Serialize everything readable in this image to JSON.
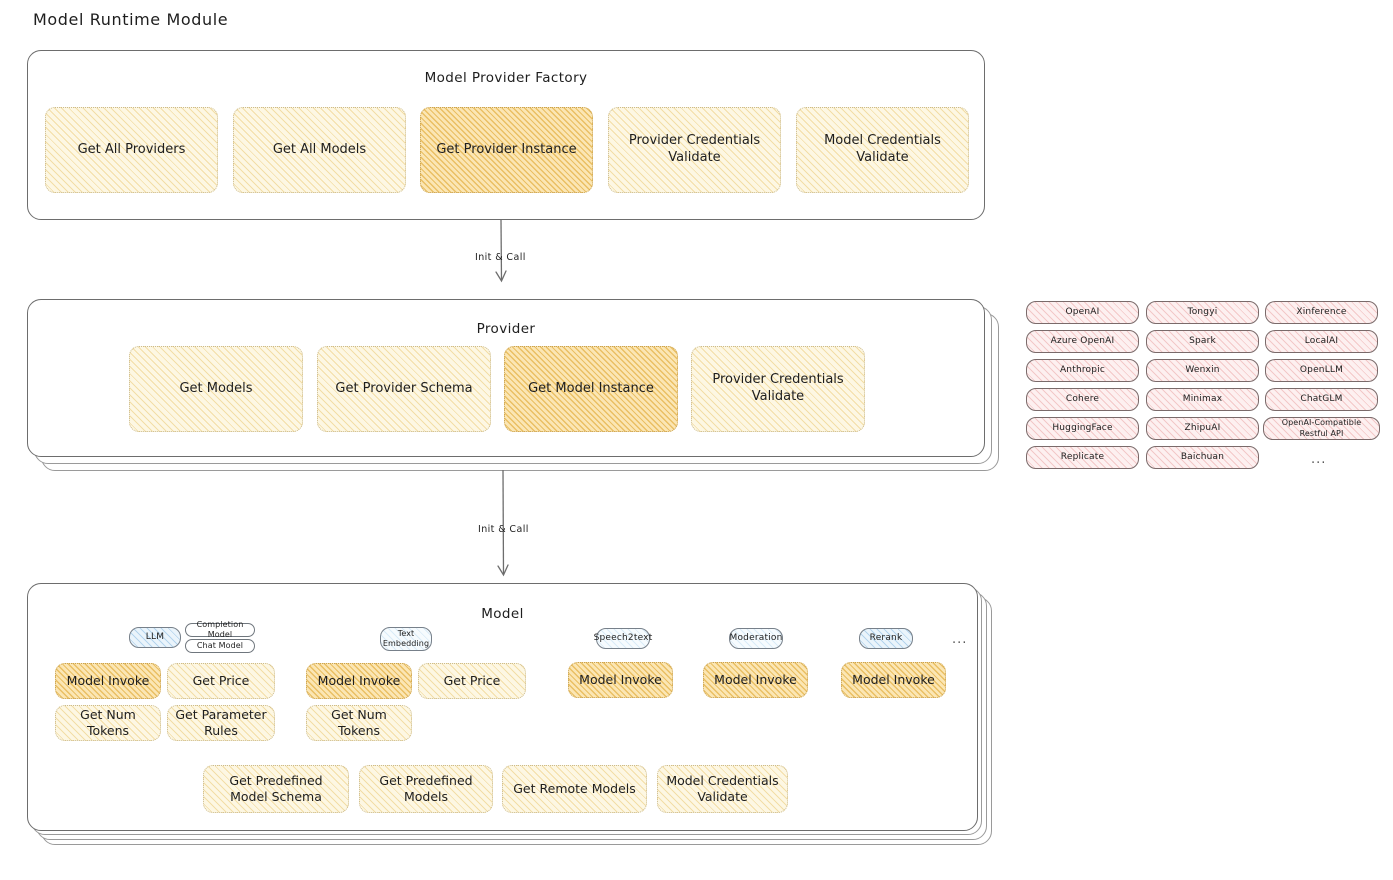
{
  "page": {
    "title": "Model Runtime Module"
  },
  "factory": {
    "title": "Model Provider Factory",
    "items": [
      {
        "label": "Get All Providers",
        "highlight": false
      },
      {
        "label": "Get All Models",
        "highlight": false
      },
      {
        "label": "Get Provider Instance",
        "highlight": true
      },
      {
        "label": "Provider Credentials Validate",
        "highlight": false
      },
      {
        "label": "Model Credentials Validate",
        "highlight": false
      }
    ]
  },
  "arrows": {
    "factory_to_provider": "Init & Call",
    "provider_to_model": "Init & Call"
  },
  "provider": {
    "title": "Provider",
    "stack_layers": 2,
    "items": [
      {
        "label": "Get Models",
        "highlight": false
      },
      {
        "label": "Get Provider Schema",
        "highlight": false
      },
      {
        "label": "Get Model Instance",
        "highlight": true
      },
      {
        "label": "Provider Credentials Validate",
        "highlight": false
      }
    ]
  },
  "provider_list": {
    "columns": [
      [
        "OpenAI",
        "Azure OpenAI",
        "Anthropic",
        "Cohere",
        "HuggingFace",
        "Replicate"
      ],
      [
        "Tongyi",
        "Spark",
        "Wenxin",
        "Minimax",
        "ZhipuAI",
        "Baichuan"
      ],
      [
        "Xinference",
        "LocalAI",
        "OpenLLM",
        "ChatGLM",
        "OpenAI-Compatible Restful API"
      ]
    ],
    "more": "..."
  },
  "model": {
    "title": "Model",
    "stack_layers": 3,
    "more": "...",
    "types": [
      {
        "badge": "LLM",
        "badge_style": "blue",
        "sub_badges": [
          "Completion Model",
          "Chat Model"
        ],
        "methods": [
          {
            "label": "Model Invoke",
            "highlight": true
          },
          {
            "label": "Get Price",
            "highlight": false
          },
          {
            "label": "Get Num Tokens",
            "highlight": false
          },
          {
            "label": "Get Parameter Rules",
            "highlight": false
          }
        ]
      },
      {
        "badge": "Text Embedding",
        "badge_style": "blue-pale",
        "sub_badges": [],
        "methods": [
          {
            "label": "Model Invoke",
            "highlight": true
          },
          {
            "label": "Get Price",
            "highlight": false
          },
          {
            "label": "Get Num Tokens",
            "highlight": false
          }
        ]
      },
      {
        "badge": "Speech2text",
        "badge_style": "blue-pale",
        "sub_badges": [],
        "methods": [
          {
            "label": "Model Invoke",
            "highlight": true
          }
        ]
      },
      {
        "badge": "Moderation",
        "badge_style": "blue-pale",
        "sub_badges": [],
        "methods": [
          {
            "label": "Model Invoke",
            "highlight": true
          }
        ]
      },
      {
        "badge": "Rerank",
        "badge_style": "blue",
        "sub_badges": [],
        "methods": [
          {
            "label": "Model Invoke",
            "highlight": true
          }
        ]
      }
    ],
    "shared_methods": [
      {
        "label": "Get Predefined Model Schema",
        "highlight": false
      },
      {
        "label": "Get Predefined Models",
        "highlight": false
      },
      {
        "label": "Get Remote Models",
        "highlight": false
      },
      {
        "label": "Model Credentials Validate",
        "highlight": false
      }
    ]
  },
  "colors": {
    "cream": "#fdf7e3",
    "amber": "#fbe6b4",
    "pink": "#fdf0f0",
    "blue": "#eaf4fb",
    "stroke": "#1e1e1e"
  }
}
